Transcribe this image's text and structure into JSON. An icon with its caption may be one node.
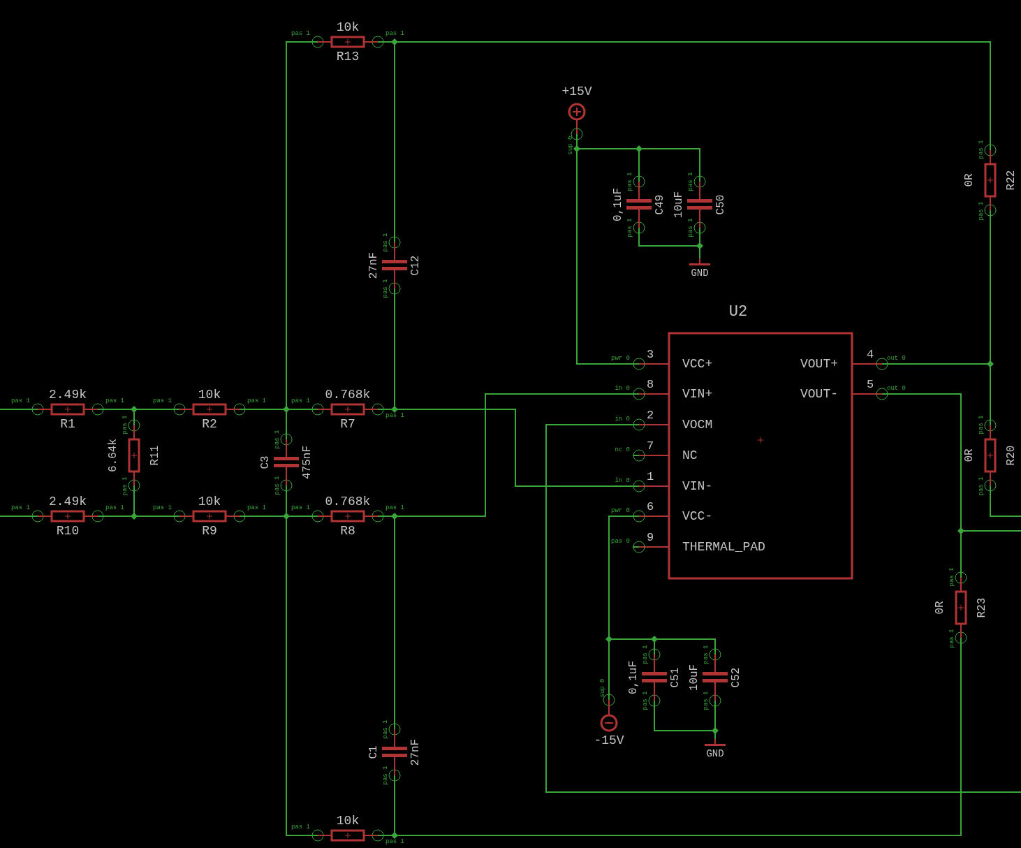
{
  "diagram": {
    "nodes": [
      {
        "text": [
          "10k",
          "R13"
        ],
        "beside": [
          "pas 1",
          "pas 1"
        ]
      },
      {
        "text": [
          "27nF",
          "C12",
          "pas 1",
          "pas 1"
        ]
      },
      {
        "text": [
          "2.49k",
          "R1"
        ],
        "beside": [
          "pas 1",
          "pas 1"
        ]
      },
      {
        "text": [
          "6.64k",
          "R11",
          "pas 1",
          "pas 1"
        ]
      },
      {
        "text": [
          "10k",
          "R2"
        ],
        "beside": [
          "pas 1",
          "pas 1"
        ]
      },
      {
        "text": [
          "0.768k",
          "R7"
        ],
        "beside": [
          "pas 1",
          "pas 1"
        ]
      },
      {
        "text": [
          "C3",
          "475nF",
          "pas 1",
          "pas 1"
        ]
      },
      {
        "text": [
          "2.49k",
          "R10"
        ],
        "beside": [
          "pas 1",
          "pas 1"
        ]
      },
      {
        "text": [
          "10k",
          "R9"
        ],
        "beside": [
          "pas 1",
          "pas 1"
        ]
      },
      {
        "text": [
          "0.768k",
          "R8"
        ],
        "beside": [
          "pas 1",
          "pas 1"
        ]
      },
      {
        "text": [
          "C1",
          "27nF",
          "pas 1",
          "pas 1"
        ]
      },
      {
        "text": [
          "10k"
        ],
        "beside": [
          "pas 1",
          "pas 1"
        ]
      },
      {
        "text": [
          "+15V"
        ],
        "beside": [
          "sup 0"
        ]
      },
      {
        "text": [
          "0,1uF",
          "C49",
          "pas 1",
          "pas 1"
        ]
      },
      {
        "text": [
          "10uF",
          "C50",
          "pas 1",
          "pas 1"
        ]
      },
      {
        "text": [
          "GND"
        ]
      },
      {
        "text": [
          "U2",
          "VCC+",
          "VIN+",
          "VOCM",
          "NC",
          "VIN-",
          "VCC-",
          "THERMAL_PAD",
          "VOUT+",
          "VOUT-"
        ],
        "beside": [
          "3",
          "pwr 0",
          "8",
          "in 0",
          "2",
          "in 0",
          "7",
          "nc 0",
          "1",
          "in 0",
          "6",
          "pwr 0",
          "9",
          "pas 0",
          "4",
          "out 0",
          "5",
          "out 0"
        ]
      },
      {
        "text": [
          "-15V"
        ],
        "beside": [
          "sup 0"
        ]
      },
      {
        "text": [
          "0,1uF",
          "C51",
          "pas 1",
          "pas 1"
        ]
      },
      {
        "text": [
          "10uF",
          "C52",
          "pas 1",
          "pas 1"
        ]
      },
      {
        "text": [
          "GND"
        ]
      },
      {
        "text": [
          "0R",
          "R22",
          "pas 1",
          "pas 1"
        ]
      },
      {
        "text": [
          "0R",
          "R20",
          "pas 1",
          "pas 1"
        ]
      },
      {
        "text": [
          "0R",
          "R23",
          "pas 1",
          "pas 1"
        ]
      }
    ],
    "edges": [
      {
        "from": null,
        "to": 2,
        "arrow": "none"
      },
      {
        "from": null,
        "to": 7,
        "arrow": "none"
      },
      {
        "from": 2,
        "to": 4,
        "arrow": "none"
      },
      {
        "from": 2,
        "to": 3,
        "arrow": "none"
      },
      {
        "from": 7,
        "to": 8,
        "arrow": "none"
      },
      {
        "from": 3,
        "to": 8,
        "arrow": "none"
      },
      {
        "from": 4,
        "to": 5,
        "arrow": "none"
      },
      {
        "from": 4,
        "to": 0,
        "arrow": "none"
      },
      {
        "from": 4,
        "to": 6,
        "arrow": "none"
      },
      {
        "from": 8,
        "to": 9,
        "arrow": "none"
      },
      {
        "from": 8,
        "to": 6,
        "arrow": "none"
      },
      {
        "from": 8,
        "to": 11,
        "arrow": "none"
      },
      {
        "from": 0,
        "to": 1,
        "arrow": "none"
      },
      {
        "from": 0,
        "to": 21,
        "arrow": "none"
      },
      {
        "from": 1,
        "to": 5,
        "arrow": "none"
      },
      {
        "from": 5,
        "to": 16,
        "arrow": "none"
      },
      {
        "from": 9,
        "to": 10,
        "arrow": "none"
      },
      {
        "from": 9,
        "to": 16,
        "arrow": "none"
      },
      {
        "from": 10,
        "to": 11,
        "arrow": "none"
      },
      {
        "from": 11,
        "to": 23,
        "arrow": "none"
      },
      {
        "from": 12,
        "to": 13,
        "arrow": "none"
      },
      {
        "from": 12,
        "to": 14,
        "arrow": "none"
      },
      {
        "from": 12,
        "to": 16,
        "arrow": "none"
      },
      {
        "from": 13,
        "to": 15,
        "arrow": "none"
      },
      {
        "from": 14,
        "to": 15,
        "arrow": "none"
      },
      {
        "from": 16,
        "to": 21,
        "arrow": "none"
      },
      {
        "from": 16,
        "to": 22,
        "arrow": "none"
      },
      {
        "from": 16,
        "to": 23,
        "arrow": "none"
      },
      {
        "from": 16,
        "to": null,
        "arrow": "none"
      },
      {
        "from": 22,
        "to": null,
        "arrow": "none"
      },
      {
        "from": 16,
        "to": null,
        "arrow": "none"
      },
      {
        "from": 16,
        "to": 17,
        "arrow": "none"
      },
      {
        "from": 17,
        "to": 18,
        "arrow": "none"
      },
      {
        "from": 17,
        "to": 19,
        "arrow": "none"
      },
      {
        "from": 18,
        "to": 20,
        "arrow": "none"
      },
      {
        "from": 19,
        "to": 20,
        "arrow": "none"
      }
    ]
  }
}
